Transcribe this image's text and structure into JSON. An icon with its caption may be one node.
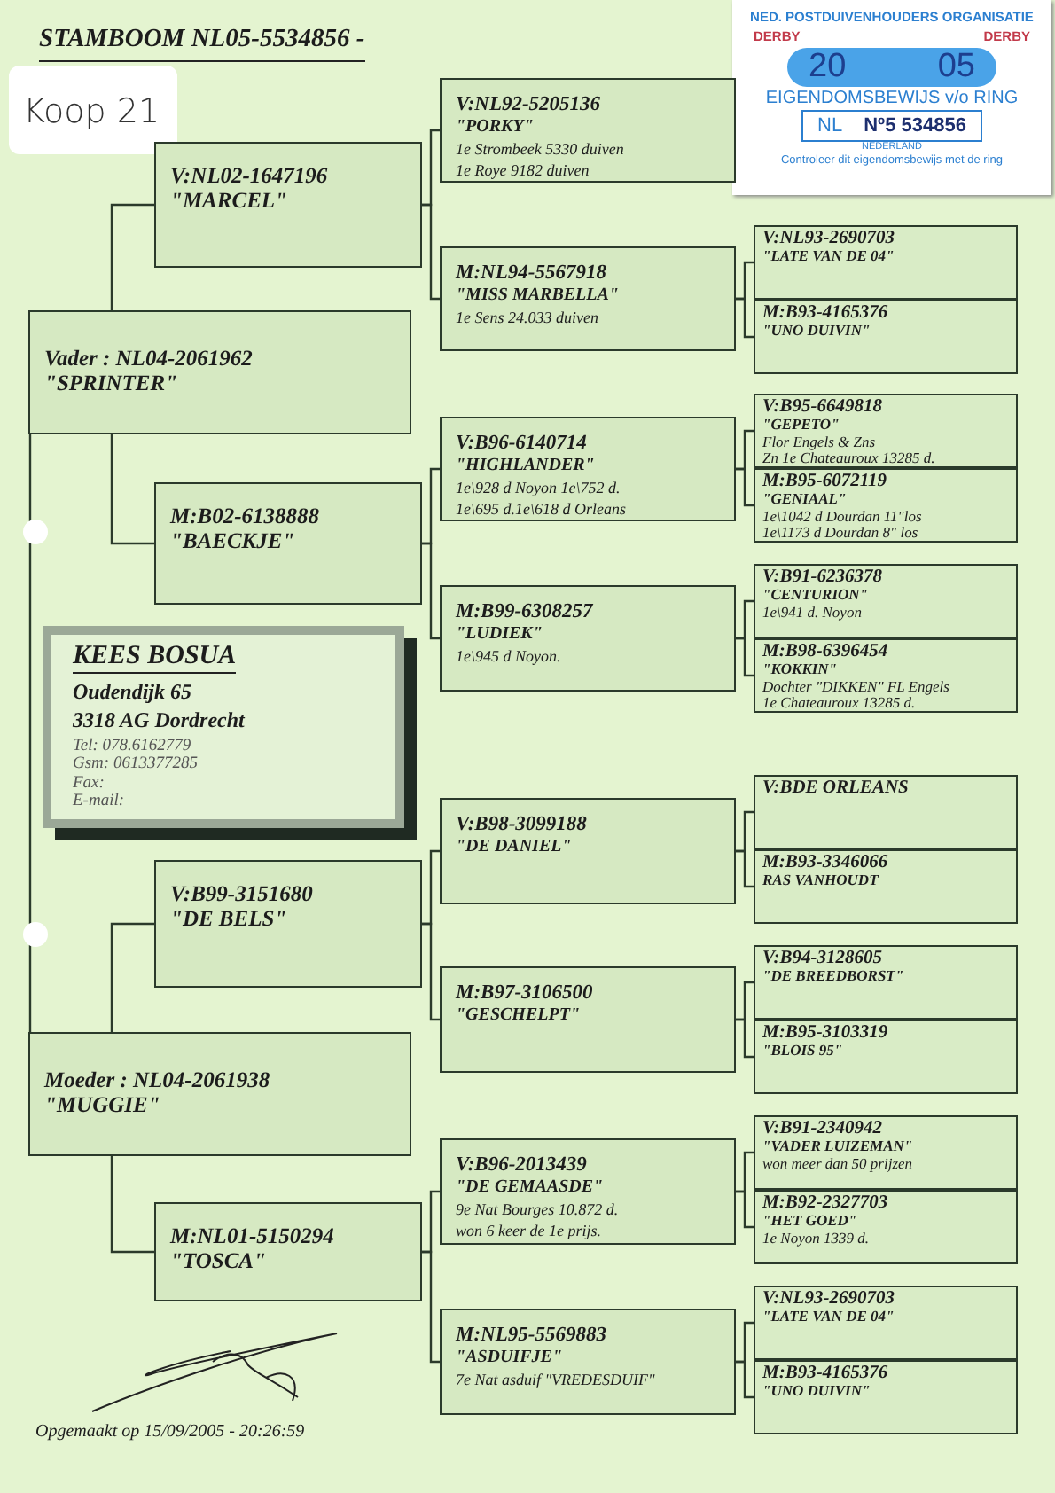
{
  "diagram": {
    "title": "STAMBOOM NL05-5534856 -",
    "nodes": [
      {
        "text": [
          "NED. POSTDUIVENHOUDERS ORGANISATIE",
          "DERBY",
          "DERBY",
          "20",
          "05",
          "EIGENDOMSBEWIJS v/o RING",
          "NL",
          "Nº5 534856",
          "NEDERLAND",
          "Controleer dit eigendomsbewijs met de ring"
        ]
      },
      {
        "text": [
          "Koop 21"
        ]
      },
      {
        "text": [
          "Vader : NL04-2061962",
          "\"SPRINTER\""
        ]
      },
      {
        "text": [
          "V:NL02-1647196",
          "\"MARCEL\""
        ]
      },
      {
        "text": [
          "V:NL92-5205136",
          "\"PORKY\"",
          "1e Strombeek 5330 duiven",
          "1e Roye 9182 duiven"
        ]
      },
      {
        "text": [
          "M:NL94-5567918",
          "\"MISS MARBELLA\"",
          "1e Sens 24.033 duiven"
        ]
      },
      {
        "text": [
          "V:NL93-2690703",
          "\"LATE VAN DE 04\""
        ]
      },
      {
        "text": [
          "M:B93-4165376",
          "\"UNO DUIVIN\""
        ]
      },
      {
        "text": [
          "M:B02-6138888",
          "\"BAECKJE\""
        ]
      },
      {
        "text": [
          "V:B96-6140714",
          "\"HIGHLANDER\"",
          "1e\\928 d Noyon 1e\\752 d.",
          "1e\\695 d.1e\\618 d Orleans"
        ]
      },
      {
        "text": [
          "V:B95-6649818",
          "\"GEPETO\"",
          "Flor Engels & Zns",
          "Zn 1e Chateauroux 13285 d."
        ]
      },
      {
        "text": [
          "M:B95-6072119",
          "\"GENIAAL\"",
          "1e\\1042 d Dourdan 11\"los",
          "1e\\1173 d Dourdan 8\" los"
        ]
      },
      {
        "text": [
          "M:B99-6308257",
          "\"LUDIEK\"",
          "1e\\945 d Noyon."
        ]
      },
      {
        "text": [
          "V:B91-6236378",
          "\"CENTURION\"",
          "1e\\941 d. Noyon"
        ]
      },
      {
        "text": [
          "M:B98-6396454",
          "\"KOKKIN\"",
          "Dochter \"DIKKEN\" FL Engels",
          "1e Chateauroux 13285 d."
        ]
      },
      {
        "text": [
          "KEES BOSUA",
          "Oudendijk 65",
          "3318 AG Dordrecht",
          "Tel: 078.6162779",
          "Gsm: 0613377285",
          "Fax:",
          "E-mail:"
        ]
      },
      {
        "text": [
          "Moeder : NL04-2061938",
          "\"MUGGIE\""
        ]
      },
      {
        "text": [
          "V:B99-3151680",
          "\"DE BELS\""
        ]
      },
      {
        "text": [
          "V:B98-3099188",
          "\"DE DANIEL\""
        ]
      },
      {
        "text": [
          "V:BDE ORLEANS"
        ]
      },
      {
        "text": [
          "M:B93-3346066",
          "RAS VANHOUDT"
        ]
      },
      {
        "text": [
          "M:B97-3106500",
          "\"GESCHELPT\""
        ]
      },
      {
        "text": [
          "V:B94-3128605",
          "\"DE BREEDBORST\""
        ]
      },
      {
        "text": [
          "M:B95-3103319",
          "\"BLOIS 95\""
        ]
      },
      {
        "text": [
          "M:NL01-5150294",
          "\"TOSCA\""
        ]
      },
      {
        "text": [
          "V:B96-2013439",
          "\"DE GEMAASDE\"",
          "9e Nat Bourges 10.872 d.",
          "won 6 keer de 1e prijs."
        ]
      },
      {
        "text": [
          "V:B91-2340942",
          "\"VADER LUIZEMAN\"",
          "won meer dan 50 prijzen"
        ]
      },
      {
        "text": [
          "M:B92-2327703",
          "\"HET GOED\"",
          "1e Noyon 1339 d."
        ]
      },
      {
        "text": [
          "M:NL95-5569883",
          "\"ASDUIFJE\"",
          "7e Nat asduif \"VREDESDUIF\""
        ]
      },
      {
        "text": [
          "V:NL93-2690703",
          "\"LATE VAN DE 04\""
        ]
      },
      {
        "text": [
          "M:B93-4165376",
          "\"UNO DUIVIN\""
        ]
      }
    ],
    "edges": [
      {
        "from": 2,
        "to": 3,
        "arrow": "none"
      },
      {
        "from": 2,
        "to": 8,
        "arrow": "none"
      },
      {
        "from": 2,
        "to": 16,
        "arrow": "none"
      },
      {
        "from": 3,
        "to": 4,
        "arrow": "none"
      },
      {
        "from": 3,
        "to": 5,
        "arrow": "none"
      },
      {
        "from": 5,
        "to": 6,
        "arrow": "none"
      },
      {
        "from": 5,
        "to": 7,
        "arrow": "none"
      },
      {
        "from": 8,
        "to": 9,
        "arrow": "none"
      },
      {
        "from": 8,
        "to": 12,
        "arrow": "none"
      },
      {
        "from": 9,
        "to": 10,
        "arrow": "none"
      },
      {
        "from": 9,
        "to": 11,
        "arrow": "none"
      },
      {
        "from": 12,
        "to": 13,
        "arrow": "none"
      },
      {
        "from": 12,
        "to": 14,
        "arrow": "none"
      },
      {
        "from": 16,
        "to": 17,
        "arrow": "none"
      },
      {
        "from": 16,
        "to": 24,
        "arrow": "none"
      },
      {
        "from": 17,
        "to": 18,
        "arrow": "none"
      },
      {
        "from": 17,
        "to": 21,
        "arrow": "none"
      },
      {
        "from": 18,
        "to": 19,
        "arrow": "none"
      },
      {
        "from": 18,
        "to": 20,
        "arrow": "none"
      },
      {
        "from": 21,
        "to": 22,
        "arrow": "none"
      },
      {
        "from": 21,
        "to": 23,
        "arrow": "none"
      },
      {
        "from": 24,
        "to": 25,
        "arrow": "none"
      },
      {
        "from": 24,
        "to": 28,
        "arrow": "none"
      },
      {
        "from": 25,
        "to": 26,
        "arrow": "none"
      },
      {
        "from": 25,
        "to": 27,
        "arrow": "none"
      },
      {
        "from": 28,
        "to": 29,
        "arrow": "none"
      },
      {
        "from": 28,
        "to": 30,
        "arrow": "none"
      }
    ],
    "labels": [
      "Opgemaakt op 15/09/2005 - 20:26:59"
    ]
  }
}
